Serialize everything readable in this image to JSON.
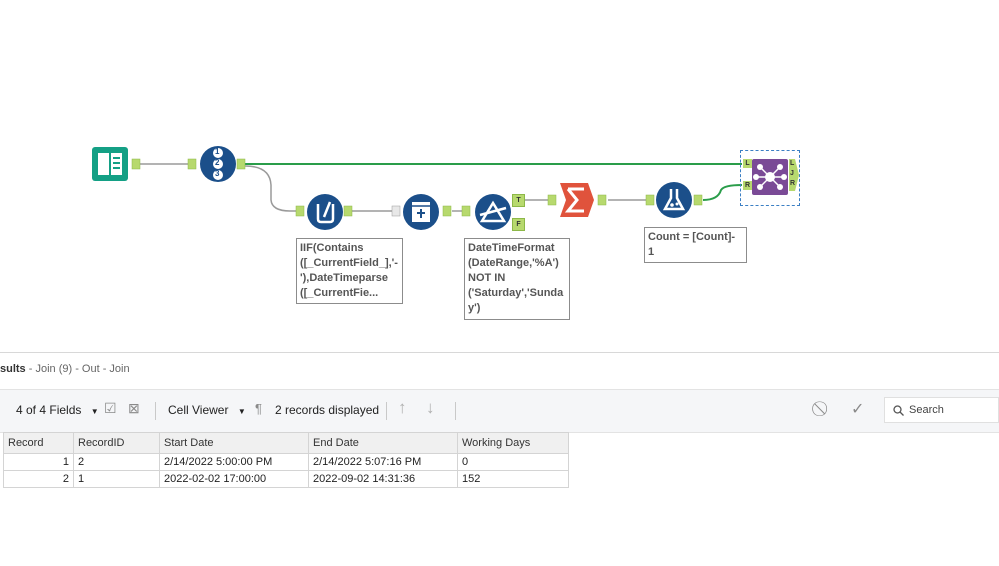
{
  "canvas": {
    "annotations": {
      "formula": "IIF(Contains\n([_CurrentField_],'-\n'),DateTimeparse\n([_CurrentFie...",
      "filter": "DateTimeFormat\n(DateRange,'%A')\nNOT IN\n('Saturday','Sunda\ny')",
      "formula2": "Count = [Count]-\n1"
    },
    "anchors": {
      "left": "L",
      "right": "R",
      "join": "J",
      "true": "T",
      "false": "F"
    },
    "record_id_digits": [
      "1",
      "2",
      "3"
    ]
  },
  "results": {
    "title_prefix": "sults",
    "title_rest": " - Join (9) - Out - Join",
    "fields_label": "4 of 4 Fields",
    "cell_viewer_label": "Cell Viewer",
    "records_displayed": "2 records displayed",
    "search_placeholder": "Search",
    "columns": [
      "Record",
      "RecordID",
      "Start Date",
      "End Date",
      "Working Days"
    ],
    "rows": [
      [
        "1",
        "2",
        "2/14/2022 5:00:00 PM",
        "2/14/2022 5:07:16 PM",
        "0"
      ],
      [
        "2",
        "1",
        "2022-02-02 17:00:00",
        "2022-09-02 14:31:36",
        "152"
      ]
    ]
  },
  "colors": {
    "tool_blue": "#1b4f8a",
    "input_green": "#14a085",
    "summarize_red": "#e0533c",
    "join_purple": "#7a4a96",
    "wire_green": "#2a9d4a",
    "anchor_green": "#b7d96e"
  }
}
